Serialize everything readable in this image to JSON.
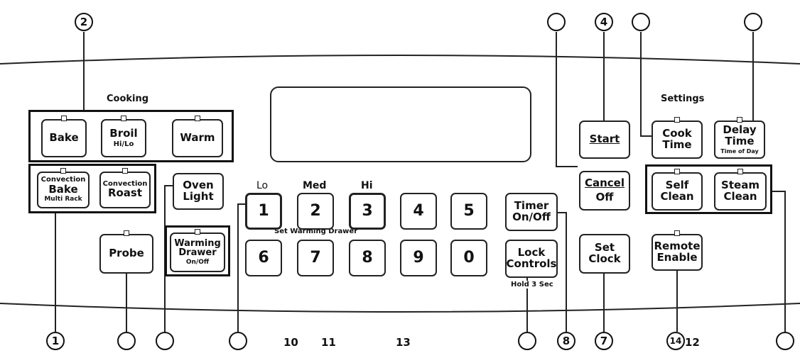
{
  "labels": {
    "cooking": "Cooking",
    "settings": "Settings",
    "lo": "Lo",
    "med": "Med",
    "hi": "Hi",
    "set_warming_drawer": "Set Warming Drawer",
    "hold_3_sec": "Hold 3 Sec"
  },
  "buttons": {
    "bake": "Bake",
    "broil": "Broil",
    "broil_sub": "Hi/Lo",
    "warm": "Warm",
    "convection_bake_top": "Convection",
    "convection_bake": "Bake",
    "convection_bake_sub": "Multi Rack",
    "convection_roast_top": "Convection",
    "convection_roast": "Roast",
    "probe": "Probe",
    "oven_light_1": "Oven",
    "oven_light_2": "Light",
    "warming_drawer_1": "Warming",
    "warming_drawer_2": "Drawer",
    "warming_drawer_sub": "On/Off",
    "start": "Start",
    "cancel": "Cancel",
    "off": "Off",
    "timer_1": "Timer",
    "timer_2": "On/Off",
    "lock_1": "Lock",
    "lock_2": "Controls",
    "set_clock_1": "Set",
    "set_clock_2": "Clock",
    "cook_time_1": "Cook",
    "cook_time_2": "Time",
    "delay_time_1": "Delay",
    "delay_time_2": "Time",
    "delay_time_sub": "Time of Day",
    "self_clean_1": "Self",
    "self_clean_2": "Clean",
    "steam_clean_1": "Steam",
    "steam_clean_2": "Clean",
    "remote_enable_1": "Remote",
    "remote_enable_2": "Enable"
  },
  "digits": [
    "1",
    "2",
    "3",
    "4",
    "5",
    "6",
    "7",
    "8",
    "9",
    "0"
  ],
  "callouts": {
    "c1": "1",
    "c2": "2",
    "c4": "4",
    "c7": "7",
    "c8": "8",
    "c14": "14",
    "n10": "10",
    "n11": "11",
    "n13": "13",
    "n12": "12"
  }
}
